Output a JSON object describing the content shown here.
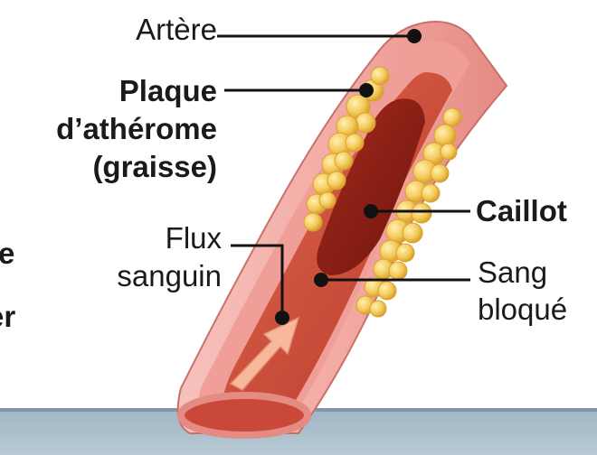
{
  "labels": {
    "artere": "Artère",
    "plaque_line1": "Plaque",
    "plaque_line2": "d’athérome",
    "plaque_line3": "(graisse)",
    "caillot": "Caillot",
    "flux_line1": "Flux",
    "flux_line2": "sanguin",
    "sang_line1": "Sang",
    "sang_line2": "bloqué",
    "cut_left_1": "e",
    "cut_left_2": "er"
  },
  "colors": {
    "artery_outer": "#f2a9a3",
    "artery_inner": "#c94b3a",
    "blood_dark": "#8e1f15",
    "plaque_fat": "#f4c95a",
    "plaque_outline": "#d9a22e",
    "flow_arrow": "#f7b89c",
    "leader_line": "#111111",
    "band": "#a9bfcc"
  }
}
